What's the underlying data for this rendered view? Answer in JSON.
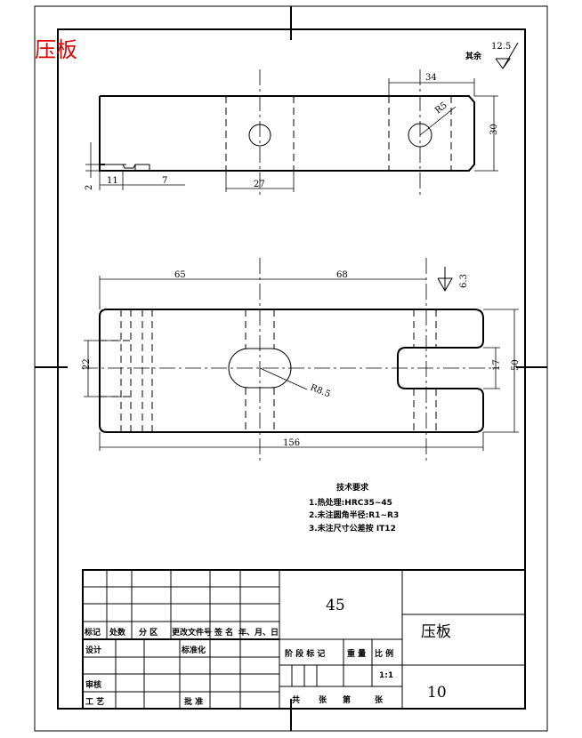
{
  "title_overlay": "压板",
  "roughness": {
    "rest_label": "其余",
    "rest_value": "12.5",
    "local_value": "6.3"
  },
  "dimensions": {
    "d34": "34",
    "d30": "30",
    "r5": "R5",
    "d27": "27",
    "d11": "11",
    "d7": "7",
    "d2": "2",
    "d65": "65",
    "d68": "68",
    "d22": "22",
    "d17": "17",
    "d50": "50",
    "r8_5": "R8.5",
    "d156": "156"
  },
  "tech_requirements": {
    "heading": "技术要求",
    "items": [
      "1.热处理:HRC35~45",
      "2.未注圆角半径:R1~R3",
      "3.未注尺寸公差按  IT12"
    ]
  },
  "title_block": {
    "material": "45",
    "part_name": "压板",
    "scale": "1:1",
    "drawing_no": "10",
    "labels": {
      "mark": "标记",
      "count": "处数",
      "zone": "分 区",
      "change_doc": "更改文件号",
      "sign": "签 名",
      "date": "年、月、日",
      "design": "设计",
      "standardize": "标准化",
      "stage_mark": "阶 段 标 记",
      "weight": "重 量",
      "ratio": "比 例",
      "review": "审核",
      "process": "工 艺",
      "approve": "批 准",
      "total": "共",
      "sheets": "张",
      "sheet_no": "第",
      "sheet": "张"
    }
  }
}
